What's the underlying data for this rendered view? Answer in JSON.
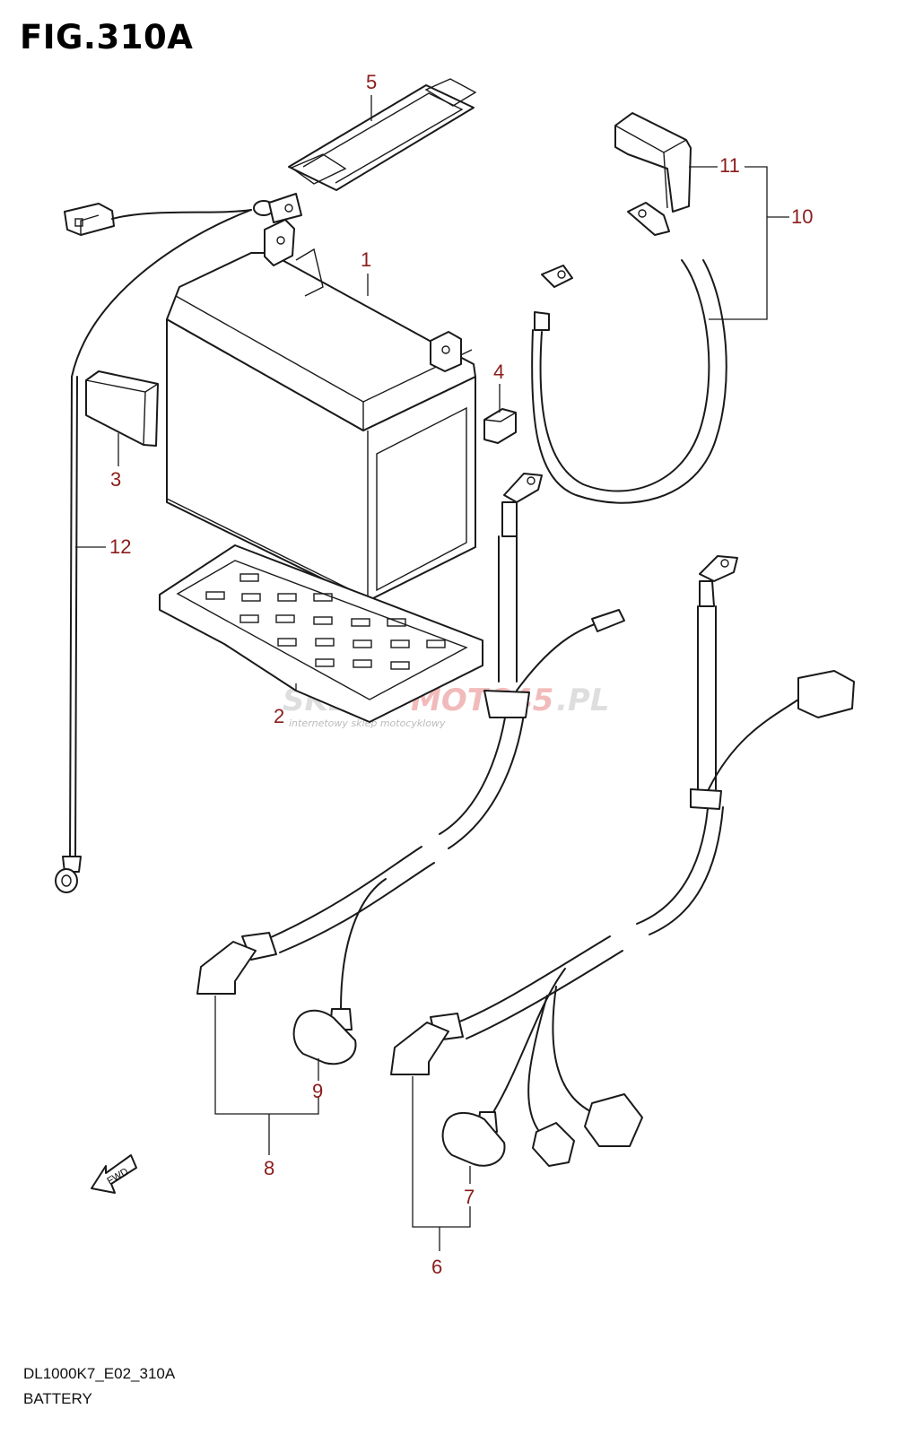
{
  "figure": {
    "title": "FIG.310A"
  },
  "footer": {
    "code": "DL1000K7_E02_310A",
    "name": "BATTERY"
  },
  "fwd_label": "FWD",
  "watermark": {
    "main_a": "SKLEP",
    "main_b": "MOTO",
    "main_c": "45",
    "main_d": ".PL",
    "sub": "internetowy sklep motocyklowy"
  },
  "parts": [
    {
      "number": "1"
    },
    {
      "number": "2"
    },
    {
      "number": "3"
    },
    {
      "number": "4"
    },
    {
      "number": "5"
    },
    {
      "number": "6"
    },
    {
      "number": "7"
    },
    {
      "number": "8"
    },
    {
      "number": "9"
    },
    {
      "number": "10"
    },
    {
      "number": "11"
    },
    {
      "number": "12"
    }
  ],
  "colors": {
    "part_number": "#8b1c1c",
    "line": "#1a1a1a",
    "background": "#ffffff"
  }
}
